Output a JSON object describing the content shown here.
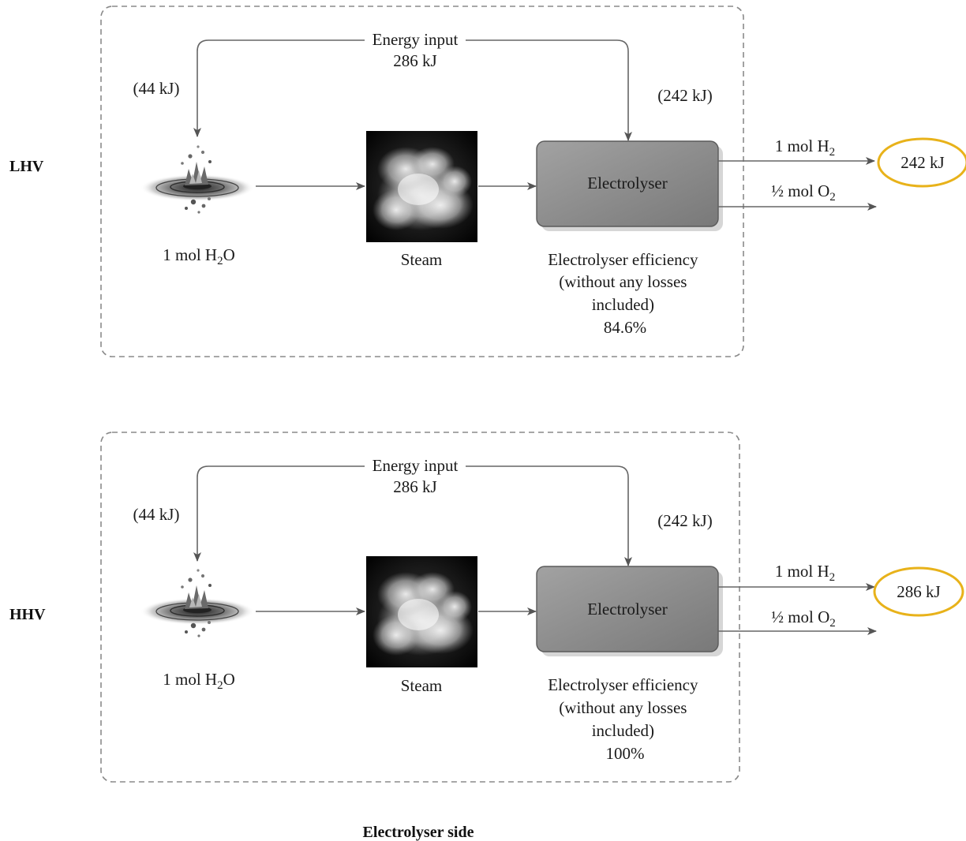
{
  "caption": "Electrolyser side",
  "panels": [
    {
      "side_label": "LHV",
      "energy_input": "Energy input",
      "energy_input_value": "286 kJ",
      "left_energy": "(44 kJ)",
      "right_energy": "(242 kJ)",
      "water": {
        "prefix": "1 mol H",
        "sub": "2",
        "suffix": "O"
      },
      "steam_label": "Steam",
      "electrolyser_label": "Electrolyser",
      "efficiency_lines": [
        "Electrolyser efficiency",
        "(without any losses",
        "included)",
        "84.6%"
      ],
      "h2_output": {
        "prefix": "1 mol H",
        "sub": "2"
      },
      "o2_output": {
        "prefix": "½ mol O",
        "sub": "2"
      },
      "result": "242 kJ"
    },
    {
      "side_label": "HHV",
      "energy_input": "Energy input",
      "energy_input_value": "286 kJ",
      "left_energy": "(44 kJ)",
      "right_energy": "(242 kJ)",
      "water": {
        "prefix": "1 mol H",
        "sub": "2",
        "suffix": "O"
      },
      "steam_label": "Steam",
      "electrolyser_label": "Electrolyser",
      "efficiency_lines": [
        "Electrolyser efficiency",
        "(without any losses",
        "included)",
        "100%"
      ],
      "h2_output": {
        "prefix": "1 mol H",
        "sub": "2"
      },
      "o2_output": {
        "prefix": "½ mol O",
        "sub": "2"
      },
      "result": "286 kJ"
    }
  ],
  "colors": {
    "frame": "#8a8a8a",
    "arrows": "#666666",
    "electrolyser": "#8c8c8c",
    "highlight": "#e8b21a"
  },
  "icons": [
    "water-splash-icon",
    "steam-cloud-icon"
  ]
}
